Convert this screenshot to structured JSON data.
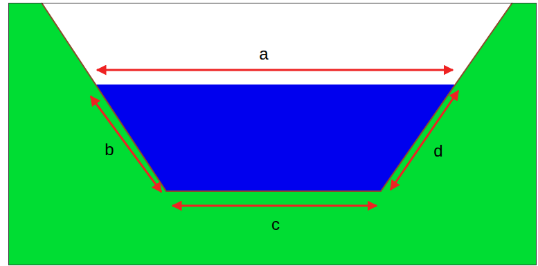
{
  "diagram": {
    "labels": [
      "a",
      "b",
      "c",
      "d"
    ]
  }
}
